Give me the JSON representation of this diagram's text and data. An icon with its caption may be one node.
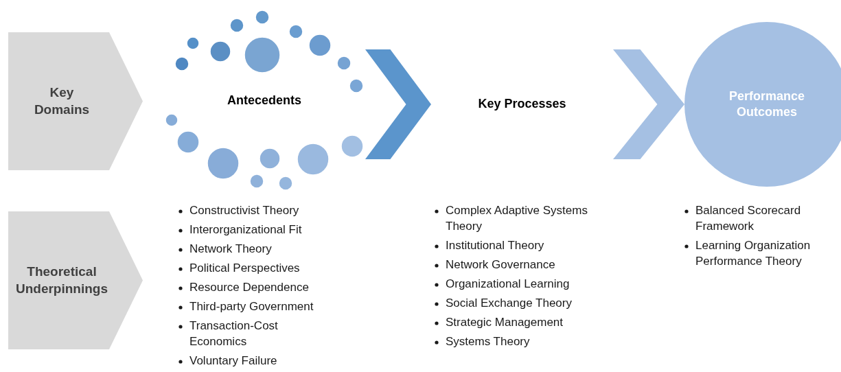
{
  "diagram": {
    "nodes": [
      {
        "text": [
          "Key Domains"
        ]
      },
      {
        "text": [
          "Antecedents"
        ]
      },
      {
        "text": [
          "Key Processes"
        ]
      },
      {
        "text": [
          "Performance Outcomes"
        ]
      },
      {
        "text": [
          "Theoretical Underpinnings"
        ]
      }
    ],
    "edges": [
      {
        "from": 1,
        "to": 2,
        "arrow": "to",
        "style": "thick",
        "color": "#5b95cc"
      },
      {
        "from": 2,
        "to": 3,
        "arrow": "to",
        "style": "thick",
        "color": "#a5c0e3"
      }
    ],
    "labels": [
      "Constructivist Theory",
      "Interorganizational Fit",
      "Network Theory",
      "Political Perspectives",
      "Resource Dependence",
      "Third-party Government",
      "Transaction-Cost Economics",
      "Voluntary Failure",
      "Complex Adaptive Systems Theory",
      "Institutional Theory",
      "Network Governance",
      "Organizational Learning",
      "Social Exchange Theory",
      "Strategic Management",
      "Systems Theory",
      "Balanced Scorecard Framework",
      "Learning Organization Performance Theory"
    ]
  }
}
